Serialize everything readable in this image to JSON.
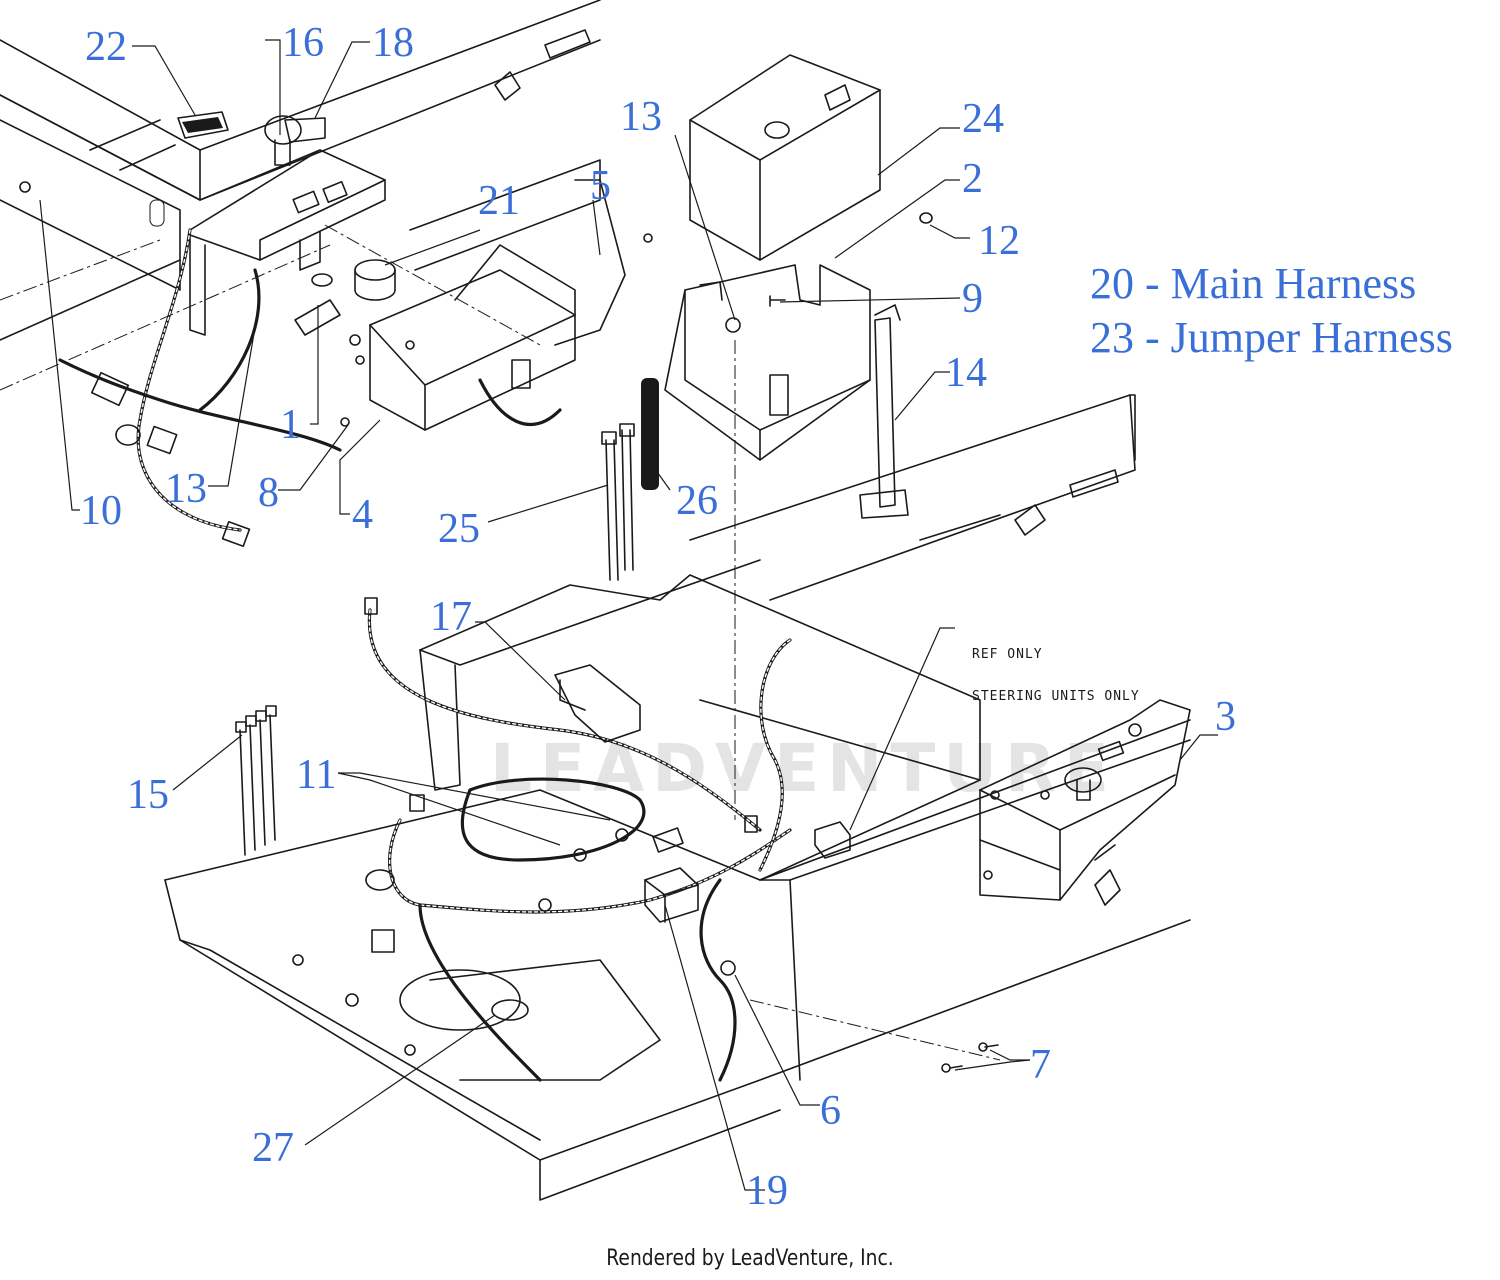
{
  "callouts": [
    {
      "id": "1",
      "label": "1"
    },
    {
      "id": "2",
      "label": "2"
    },
    {
      "id": "3",
      "label": "3"
    },
    {
      "id": "4",
      "label": "4"
    },
    {
      "id": "5",
      "label": "5"
    },
    {
      "id": "6",
      "label": "6"
    },
    {
      "id": "7",
      "label": "7"
    },
    {
      "id": "8",
      "label": "8"
    },
    {
      "id": "9",
      "label": "9"
    },
    {
      "id": "10",
      "label": "10"
    },
    {
      "id": "11",
      "label": "11"
    },
    {
      "id": "12",
      "label": "12"
    },
    {
      "id": "13a",
      "label": "13"
    },
    {
      "id": "13b",
      "label": "13"
    },
    {
      "id": "14",
      "label": "14"
    },
    {
      "id": "15",
      "label": "15"
    },
    {
      "id": "16",
      "label": "16"
    },
    {
      "id": "17",
      "label": "17"
    },
    {
      "id": "18",
      "label": "18"
    },
    {
      "id": "19",
      "label": "19"
    },
    {
      "id": "21",
      "label": "21"
    },
    {
      "id": "22",
      "label": "22"
    },
    {
      "id": "24",
      "label": "24"
    },
    {
      "id": "25",
      "label": "25"
    },
    {
      "id": "26",
      "label": "26"
    },
    {
      "id": "27",
      "label": "27"
    }
  ],
  "legend": [
    {
      "number": "20",
      "separator": "-",
      "name": "Main Harness"
    },
    {
      "number": "23",
      "separator": "-",
      "name": "Jumper Harness"
    }
  ],
  "ref_note": {
    "line1": "REF ONLY",
    "line2": "STEERING UNITS ONLY"
  },
  "watermark": "LEADVENTURE",
  "footer": "Rendered by LeadVenture, Inc.",
  "colors": {
    "callout": "#3a6fd8",
    "line": "#1a1a1a",
    "background": "#ffffff"
  }
}
